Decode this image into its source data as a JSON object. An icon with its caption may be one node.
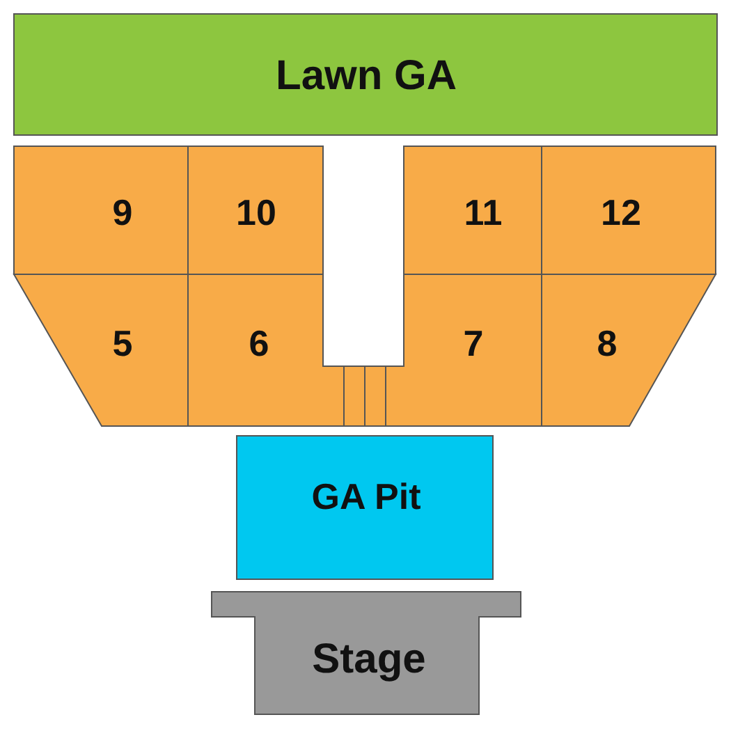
{
  "diagram": {
    "nodes": [
      {
        "text": [
          "Lawn GA"
        ]
      },
      {
        "text": [
          "9"
        ]
      },
      {
        "text": [
          "10"
        ]
      },
      {
        "text": [
          "11"
        ]
      },
      {
        "text": [
          "12"
        ]
      },
      {
        "text": [
          "5"
        ]
      },
      {
        "text": [
          "6"
        ]
      },
      {
        "text": [],
        "shape": "box"
      },
      {
        "text": [],
        "shape": "box"
      },
      {
        "text": [
          "7"
        ]
      },
      {
        "text": [
          "8"
        ]
      },
      {
        "text": [
          "GA Pit"
        ]
      },
      {
        "text": [
          "Stage"
        ]
      }
    ]
  }
}
